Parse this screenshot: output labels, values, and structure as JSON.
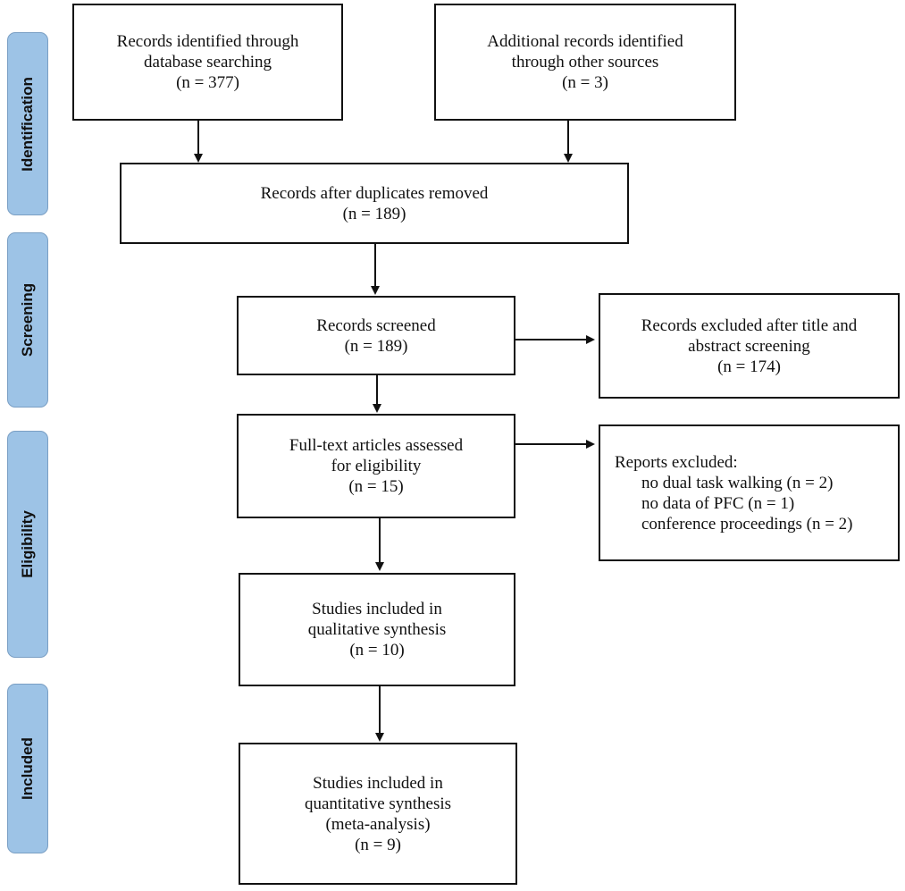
{
  "stages": {
    "identification": "Identification",
    "screening": "Screening",
    "eligibility": "Eligibility",
    "included": "Included"
  },
  "boxes": {
    "db_search": {
      "lines": [
        "Records identified through",
        "database searching",
        "(n = 377)"
      ]
    },
    "other_sources": {
      "lines": [
        "Additional records identified",
        "through other sources",
        "(n = 3)"
      ]
    },
    "duplicates_removed": {
      "lines": [
        "Records after duplicates removed",
        "(n = 189)"
      ]
    },
    "screened": {
      "lines": [
        "Records screened",
        "(n = 189)"
      ]
    },
    "excluded_title": {
      "lines": [
        "Records excluded after title and",
        "abstract screening",
        "(n = 174)"
      ]
    },
    "full_text": {
      "lines": [
        "Full-text articles assessed",
        "for eligibility",
        "(n = 15)"
      ]
    },
    "reports_excluded": {
      "heading": "Reports excluded:",
      "items": [
        "no dual task walking (n = 2)",
        "no data of PFC (n = 1)",
        "conference proceedings (n = 2)"
      ]
    },
    "qualitative": {
      "lines": [
        "Studies included in",
        "qualitative synthesis",
        "(n = 10)"
      ]
    },
    "quantitative": {
      "lines": [
        "Studies included in",
        "quantitative synthesis",
        "(meta-analysis)",
        "(n = 9)"
      ]
    }
  }
}
